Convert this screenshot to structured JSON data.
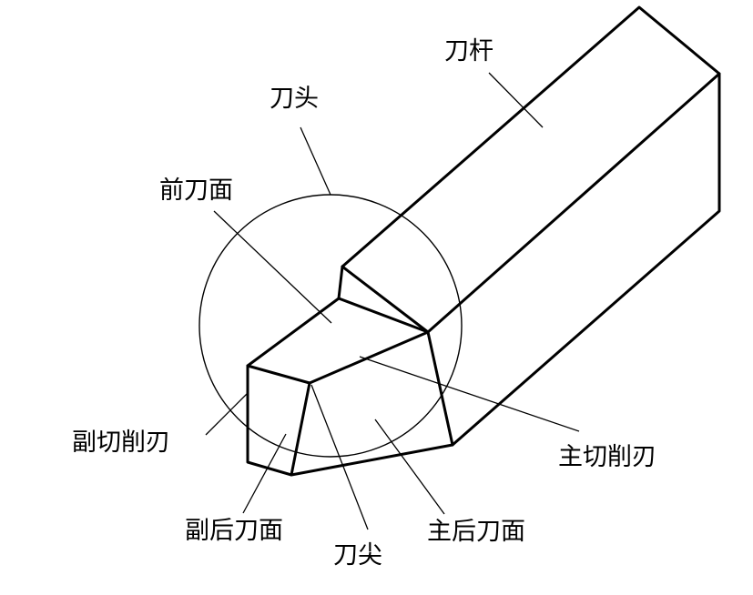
{
  "diagram": {
    "labels": {
      "shank": "刀杆",
      "head": "刀头",
      "rake_face": "前刀面",
      "minor_cutting_edge": "副切削刃",
      "major_cutting_edge": "主切削刃",
      "minor_flank": "副后刀面",
      "tool_tip": "刀尖",
      "major_flank": "主后刀面"
    }
  }
}
